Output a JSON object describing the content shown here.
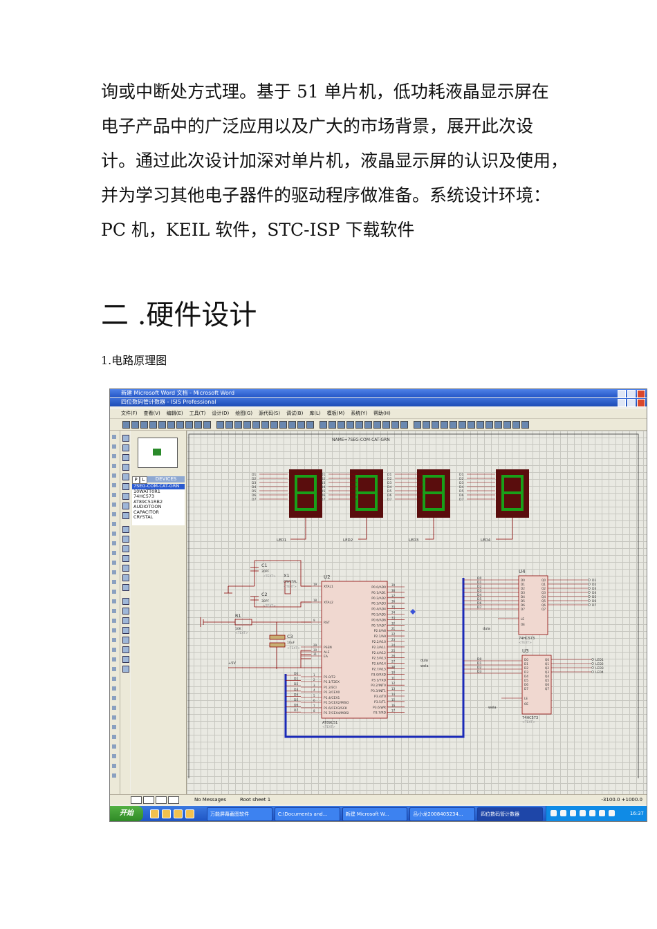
{
  "body_paragraph": {
    "lines": [
      "询或中断处方式理。基于 51 单片机，低功耗液晶显示屏在",
      "电子产品中的广泛应用以及广大的市场背景，展开此次设",
      "计。通过此次设计加深对单片机，液晶显示屏的认识及使用，",
      "并为学习其他电子器件的驱动程序做准备。系统设计环境：",
      "PC 机，KEIL 软件，STC-ISP 下载软件"
    ]
  },
  "section_heading": "二 .硬件设计",
  "figure_caption": "1.电路原理图",
  "screenshot": {
    "word_title": "新建 Microsoft Word 文档 - Microsoft Word",
    "isis_title": "四位数码管计数器 - ISIS Professional",
    "menu": [
      "文件(F)",
      "查看(V)",
      "编辑(E)",
      "工具(T)",
      "设计(D)",
      "绘图(G)",
      "源代码(S)",
      "调试(B)",
      "库(L)",
      "模板(M)",
      "系统(Y)",
      "帮助(H)"
    ],
    "device_tabs": {
      "p": "P",
      "l": "L",
      "devices": "DEVICES"
    },
    "devices": [
      "7SEG-COM-CAT-GRN",
      "10WATT0R1",
      "74HC573",
      "AT89C51RB2",
      "AUDIOTOON",
      "CAPACITOR",
      "CRYSTAL"
    ],
    "status_messages": "No Messages",
    "status_sheet": "Root sheet 1",
    "status_coords": "-3100.0  +1000.0",
    "start_label": "开始",
    "tasks": [
      "万能屏幕截图软件",
      "C:\\Documents and...",
      "新建 Microsoft W...",
      "吕小龙2008405234...",
      "四位数码管计数器"
    ],
    "clock": "16:37"
  },
  "schematic": {
    "header_label": "NAME=7SEG-COM-CAT-GRN",
    "displays": [
      "LED1",
      "LED2",
      "LED3",
      "LED4"
    ],
    "seg_pins": [
      "D1",
      "D2",
      "D3",
      "D4",
      "D5",
      "D6",
      "D7"
    ],
    "c1": {
      "name": "C1",
      "value": "30PF",
      "text": "<TEXT>"
    },
    "c2": {
      "name": "C2",
      "value": "30PF",
      "text": "<TEXT>"
    },
    "x1": {
      "name": "X1",
      "value": "CRYSTAL",
      "text": "<TEXT>"
    },
    "r1": {
      "name": "R1",
      "value": "10K",
      "text": "<TEXT>"
    },
    "c3": {
      "name": "C3",
      "value": "10uF",
      "text": "<TEXT>"
    },
    "vcc_label": "+5V",
    "u2": {
      "name": "U2",
      "part": "AT89C51",
      "text": "<TEXT>",
      "left_pins": [
        "XTAL1",
        "XTAL2",
        "RST",
        "PSEN",
        "ALE",
        "EA",
        "P1.0/T2",
        "P1.1/T2EX",
        "P1.2/ECI",
        "P1.3/CEX0",
        "P1.4/CEX1",
        "P1.5/CEX2/MISO",
        "P1.6/CEX3/SCK",
        "P1.7/CEX4/MOSI"
      ],
      "left_nums": [
        "19",
        "18",
        "9",
        "29",
        "30",
        "31",
        "1",
        "2",
        "3",
        "4",
        "5",
        "6",
        "7",
        "8"
      ],
      "right_pins": [
        "P0.0/AD0",
        "P0.1/AD1",
        "P0.2/AD2",
        "P0.3/AD3",
        "P0.4/AD4",
        "P0.5/AD5",
        "P0.6/AD6",
        "P0.7/AD7",
        "P2.0/A8",
        "P2.1/A9",
        "P2.2/A10",
        "P2.3/A11",
        "P2.4/A12",
        "P2.5/A13",
        "P2.6/A14",
        "P2.7/A15",
        "P3.0/RXD",
        "P3.1/TXD",
        "P3.2/INT0",
        "P3.3/INT1",
        "P3.4/T0",
        "P3.5/T1",
        "P3.6/WR",
        "P3.7/RD"
      ],
      "right_nums": [
        "39",
        "38",
        "37",
        "36",
        "35",
        "34",
        "33",
        "32",
        "21",
        "22",
        "23",
        "24",
        "25",
        "26",
        "27",
        "28",
        "10",
        "11",
        "12",
        "13",
        "14",
        "15",
        "16",
        "17"
      ],
      "net_dula": "dula",
      "net_wela": "wela"
    },
    "u4": {
      "name": "U4",
      "part": "74HC573",
      "text": "<TEXT>",
      "in_pins": [
        "D0",
        "D1",
        "D2",
        "D3",
        "D4",
        "D5",
        "D6",
        "D7"
      ],
      "out_pins": [
        "Q0",
        "Q1",
        "Q2",
        "Q3",
        "Q4",
        "Q5",
        "Q6",
        "Q7"
      ],
      "le": "LE",
      "oe": "OE",
      "le_net": "dula",
      "outs": [
        "D1",
        "D2",
        "D3",
        "D4",
        "D5",
        "D6",
        "D7"
      ]
    },
    "u3": {
      "name": "U3",
      "part": "74HC573",
      "text": "<TEXT>",
      "in_pins": [
        "D0",
        "D1",
        "D2",
        "D3",
        "D4",
        "D5",
        "D6",
        "D7"
      ],
      "out_pins": [
        "Q0",
        "Q1",
        "Q2",
        "Q3",
        "Q4",
        "Q5",
        "Q6",
        "Q7"
      ],
      "le": "LE",
      "oe": "OE",
      "le_net": "wela",
      "outs": [
        "LED1",
        "LED2",
        "LED3",
        "LED4"
      ]
    },
    "bus_labels_u2": [
      "D0",
      "D1",
      "D2",
      "D3",
      "D4",
      "D5",
      "D6",
      "D7"
    ],
    "bus_labels_u4": [
      "D0",
      "D1",
      "D2",
      "D3",
      "D4",
      "D5",
      "D6",
      "D7"
    ],
    "bus_labels_u3": [
      "D0",
      "D1",
      "D2",
      "D3"
    ]
  }
}
